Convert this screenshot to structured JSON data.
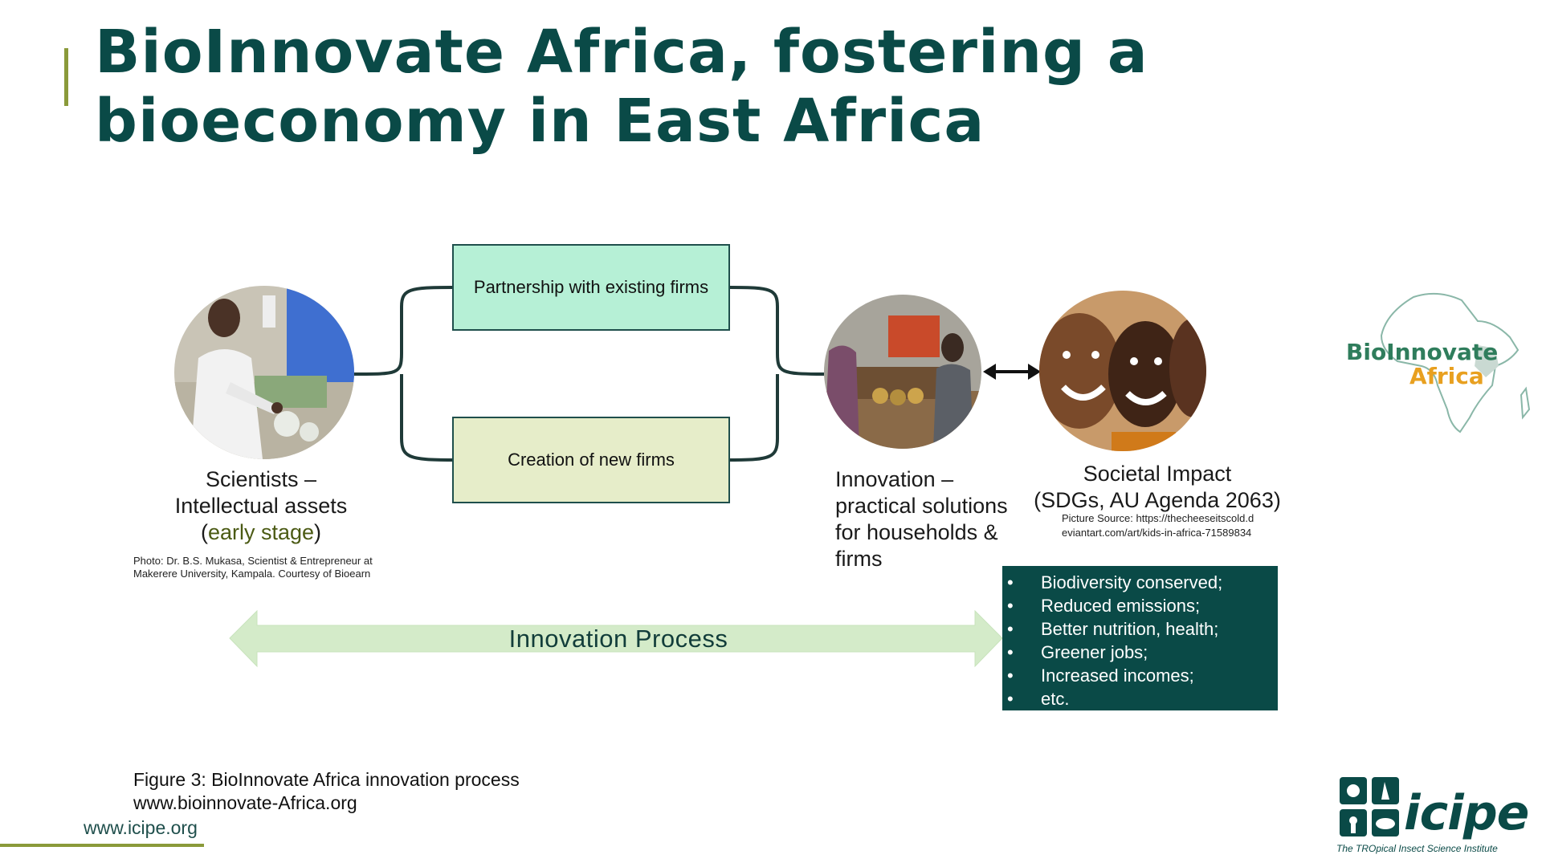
{
  "title": {
    "line1": "BioInnovate Africa, fostering a",
    "line2": "bioeconomy in East Africa"
  },
  "boxes": {
    "partnership": "Partnership with existing firms",
    "creation": "Creation of new firms"
  },
  "scientists": {
    "line1": "Scientists –",
    "line2": "Intellectual assets",
    "line3_open": "(",
    "line3_mid": "early stage",
    "line3_close": ")",
    "credit": "Photo: Dr. B.S. Mukasa, Scientist & Entrepreneur at Makerere University, Kampala. Courtesy of Bioearn"
  },
  "innovation": {
    "line1": "Innovation –",
    "line2": "practical solutions",
    "line3": "for households &",
    "line4": "firms"
  },
  "impact": {
    "line1": "Societal Impact",
    "line2": "(SDGs, AU Agenda 2063)",
    "source": "Picture Source: https://thecheeseitscold.deviantart.com/art/kids-in-africa-71589834",
    "items": [
      "Biodiversity conserved;",
      "Reduced emissions;",
      "Better nutrition, health;",
      "Greener jobs;",
      "Increased incomes;",
      "etc."
    ]
  },
  "process": {
    "label": "Innovation Process"
  },
  "footer": {
    "caption_line1": "Figure 3: BioInnovate Africa innovation process",
    "caption_line2": "www.bioinnovate-Africa.org",
    "site": "www.icipe.org"
  },
  "logos": {
    "bio_line1": "BioInnovate",
    "bio_line2": "Africa",
    "icipe_name": "icipe",
    "icipe_tagline": "The TROpical Insect Science Institute"
  },
  "colors": {
    "title": "#0a4a47",
    "accent_olive": "#8a9a3a",
    "box_partner": "#b6f0d6",
    "box_creation": "#e6edc9",
    "impact_bg": "#0a4a47",
    "process_arrow": "#d4ebc9"
  }
}
